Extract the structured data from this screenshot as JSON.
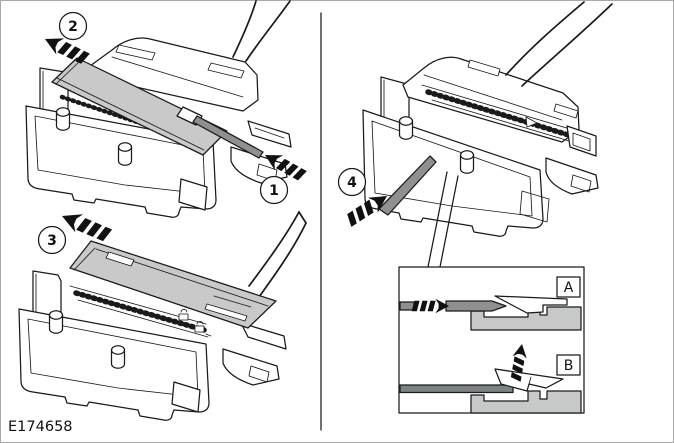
{
  "figure": {
    "id_label": "E174658"
  },
  "callouts": {
    "s1": "1",
    "s2": "2",
    "s3": "3",
    "s4": "4"
  },
  "inset": {
    "label_a": "A",
    "label_b": "B"
  },
  "colors": {
    "line": "#1a1a1a",
    "background": "#ffffff",
    "frame": "#a8a8a8",
    "cover_gray": "#c9c9c9",
    "housing_gray": "#c6c9c8",
    "tool_gray": "#8f9191",
    "dark_bar_gray": "#7d8284",
    "arrow_black": "#111111"
  },
  "icons": {
    "step_arrow": "dashed-motion-arrow",
    "tool_step1": "flat-trim-tool-blade",
    "tool_step4": "screwdriver-blade",
    "lock": "lock-symbol",
    "unlock": "unlock-symbol",
    "wire": "wiring-harness"
  }
}
